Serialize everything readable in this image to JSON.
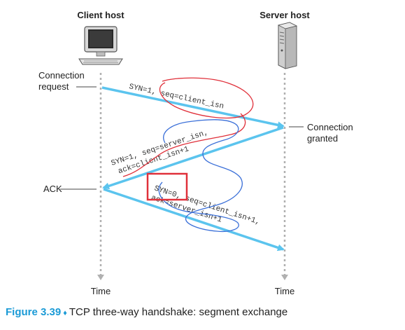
{
  "hosts": {
    "client": "Client host",
    "server": "Server host"
  },
  "labels": {
    "connection_request": [
      "Connection",
      "request"
    ],
    "connection_granted": [
      "Connection",
      "granted"
    ],
    "ack": "ACK",
    "time_client": "Time",
    "time_server": "Time"
  },
  "segments": {
    "syn": [
      "SYN=1,",
      "seq=client_isn"
    ],
    "synack": [
      "SYN=1, seq=server_isn,",
      "ack=client_isn+1"
    ],
    "ack": [
      "SYN=0, seq=client_isn+1,",
      "ack=server_isn+1"
    ]
  },
  "caption": {
    "figure_number": "Figure 3.39",
    "separator": "♦",
    "text": "TCP three-way handshake: segment exchange"
  },
  "colors": {
    "arrow": "#5bc4ee",
    "timeline": "#b0b0b0",
    "annotation_red": "#e0303a",
    "annotation_blue": "#3a6fd8",
    "caption_accent": "#1a9ad6"
  },
  "icons": {
    "client": "desktop-computer-icon",
    "server": "server-tower-icon"
  }
}
